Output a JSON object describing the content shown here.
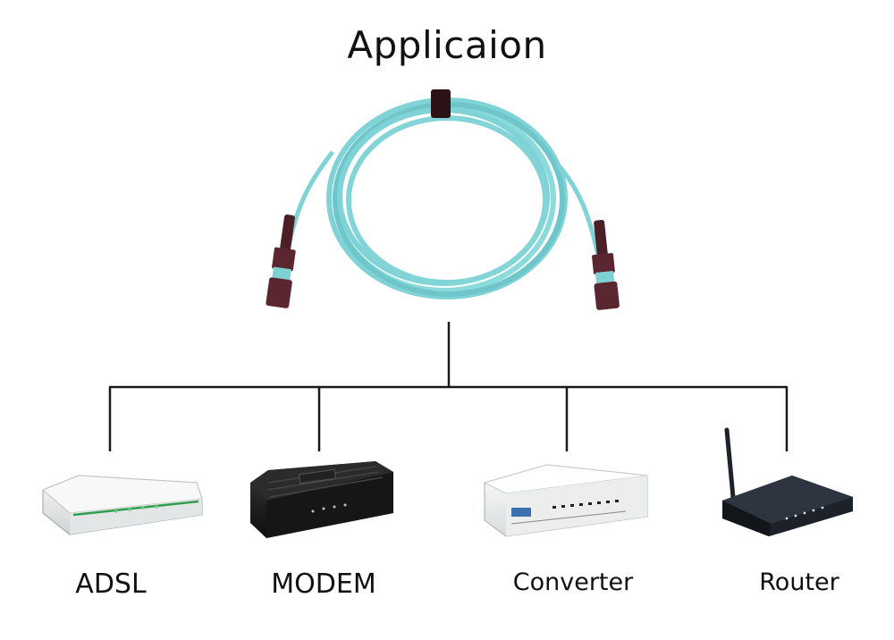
{
  "title": "Applicaion",
  "devices": [
    {
      "label": "ADSL",
      "icon": "adsl-device-icon"
    },
    {
      "label": "MODEM",
      "icon": "modem-device-icon"
    },
    {
      "label": "Converter",
      "icon": "converter-switch-icon"
    },
    {
      "label": "Router",
      "icon": "router-device-icon"
    }
  ],
  "cable": {
    "icon": "fiber-patch-cable-icon",
    "color": "#7fd3d6"
  },
  "tree": {
    "line_color": "#1a1a1a"
  }
}
